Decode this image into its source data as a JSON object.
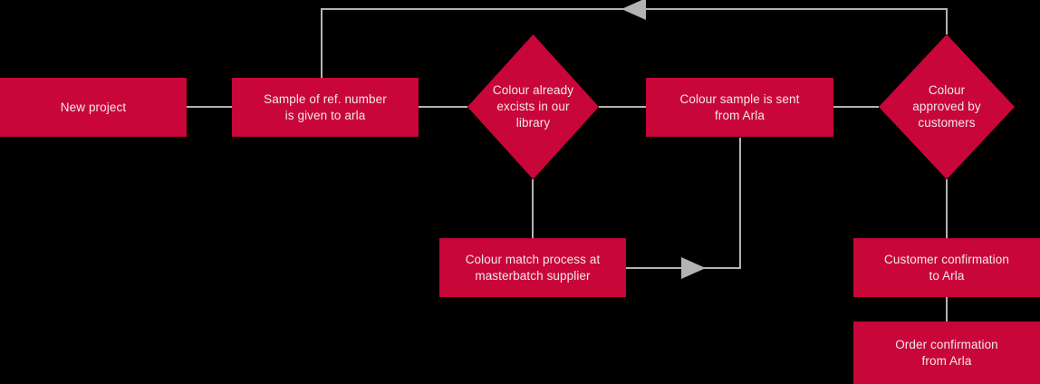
{
  "diagram": {
    "title": "Colour approval process flowchart",
    "background_color": "#000000",
    "node_color": "#C80639",
    "text_color": "#f2e9ec",
    "connector_color": "#b3b3b3",
    "nodes": [
      {
        "id": "new-project",
        "type": "process",
        "label": "New project",
        "lines": [
          "New project"
        ]
      },
      {
        "id": "sample-ref-number",
        "type": "process",
        "label": "Sample of ref. number is given to arla",
        "lines": [
          "Sample of ref. number",
          "is given to arla"
        ]
      },
      {
        "id": "colour-in-library",
        "type": "decision",
        "label": "Colour already excists in our library",
        "lines": [
          "Colour already",
          "excists in our",
          "library"
        ]
      },
      {
        "id": "colour-sample-sent",
        "type": "process",
        "label": "Colour sample is sent from Arla",
        "lines": [
          "Colour sample is sent",
          "from Arla"
        ]
      },
      {
        "id": "colour-approved",
        "type": "decision",
        "label": "Colour approved by customers",
        "lines": [
          "Colour",
          "approved by",
          "customers"
        ]
      },
      {
        "id": "colour-match-process",
        "type": "process",
        "label": "Colour match process at masterbatch supplier",
        "lines": [
          "Colour match process at",
          "masterbatch supplier"
        ]
      },
      {
        "id": "customer-confirmation",
        "type": "process",
        "label": "Customer confirmation to Arla",
        "lines": [
          "Customer confirmation",
          "to Arla"
        ]
      },
      {
        "id": "order-confirmation",
        "type": "process",
        "label": "Order confirmation from Arla",
        "lines": [
          "Order confirmation",
          "from Arla"
        ]
      }
    ],
    "connectors": [
      {
        "id": "new-project-to-sample",
        "from": "new-project",
        "to": "sample-ref-number",
        "arrow": "none"
      },
      {
        "id": "sample-to-library-decision",
        "from": "sample-ref-number",
        "to": "colour-in-library",
        "arrow": "none"
      },
      {
        "id": "library-decision-to-sample-sent",
        "from": "colour-in-library",
        "to": "colour-sample-sent",
        "arrow": "none"
      },
      {
        "id": "sample-sent-to-approved-decision",
        "from": "colour-sample-sent",
        "to": "colour-approved",
        "arrow": "none"
      },
      {
        "id": "library-decision-to-colour-match",
        "from": "colour-in-library",
        "to": "colour-match-process",
        "arrow": "none"
      },
      {
        "id": "colour-match-to-sample-sent-loop",
        "from": "colour-match-process",
        "to": "colour-sample-sent",
        "arrow": "right"
      },
      {
        "id": "approved-decision-to-sample-ref-loop",
        "from": "colour-approved",
        "to": "sample-ref-number",
        "arrow": "left"
      },
      {
        "id": "approved-decision-to-customer-confirmation",
        "from": "colour-approved",
        "to": "customer-confirmation",
        "arrow": "none"
      },
      {
        "id": "customer-confirmation-to-order-confirmation",
        "from": "customer-confirmation",
        "to": "order-confirmation",
        "arrow": "none"
      }
    ]
  }
}
